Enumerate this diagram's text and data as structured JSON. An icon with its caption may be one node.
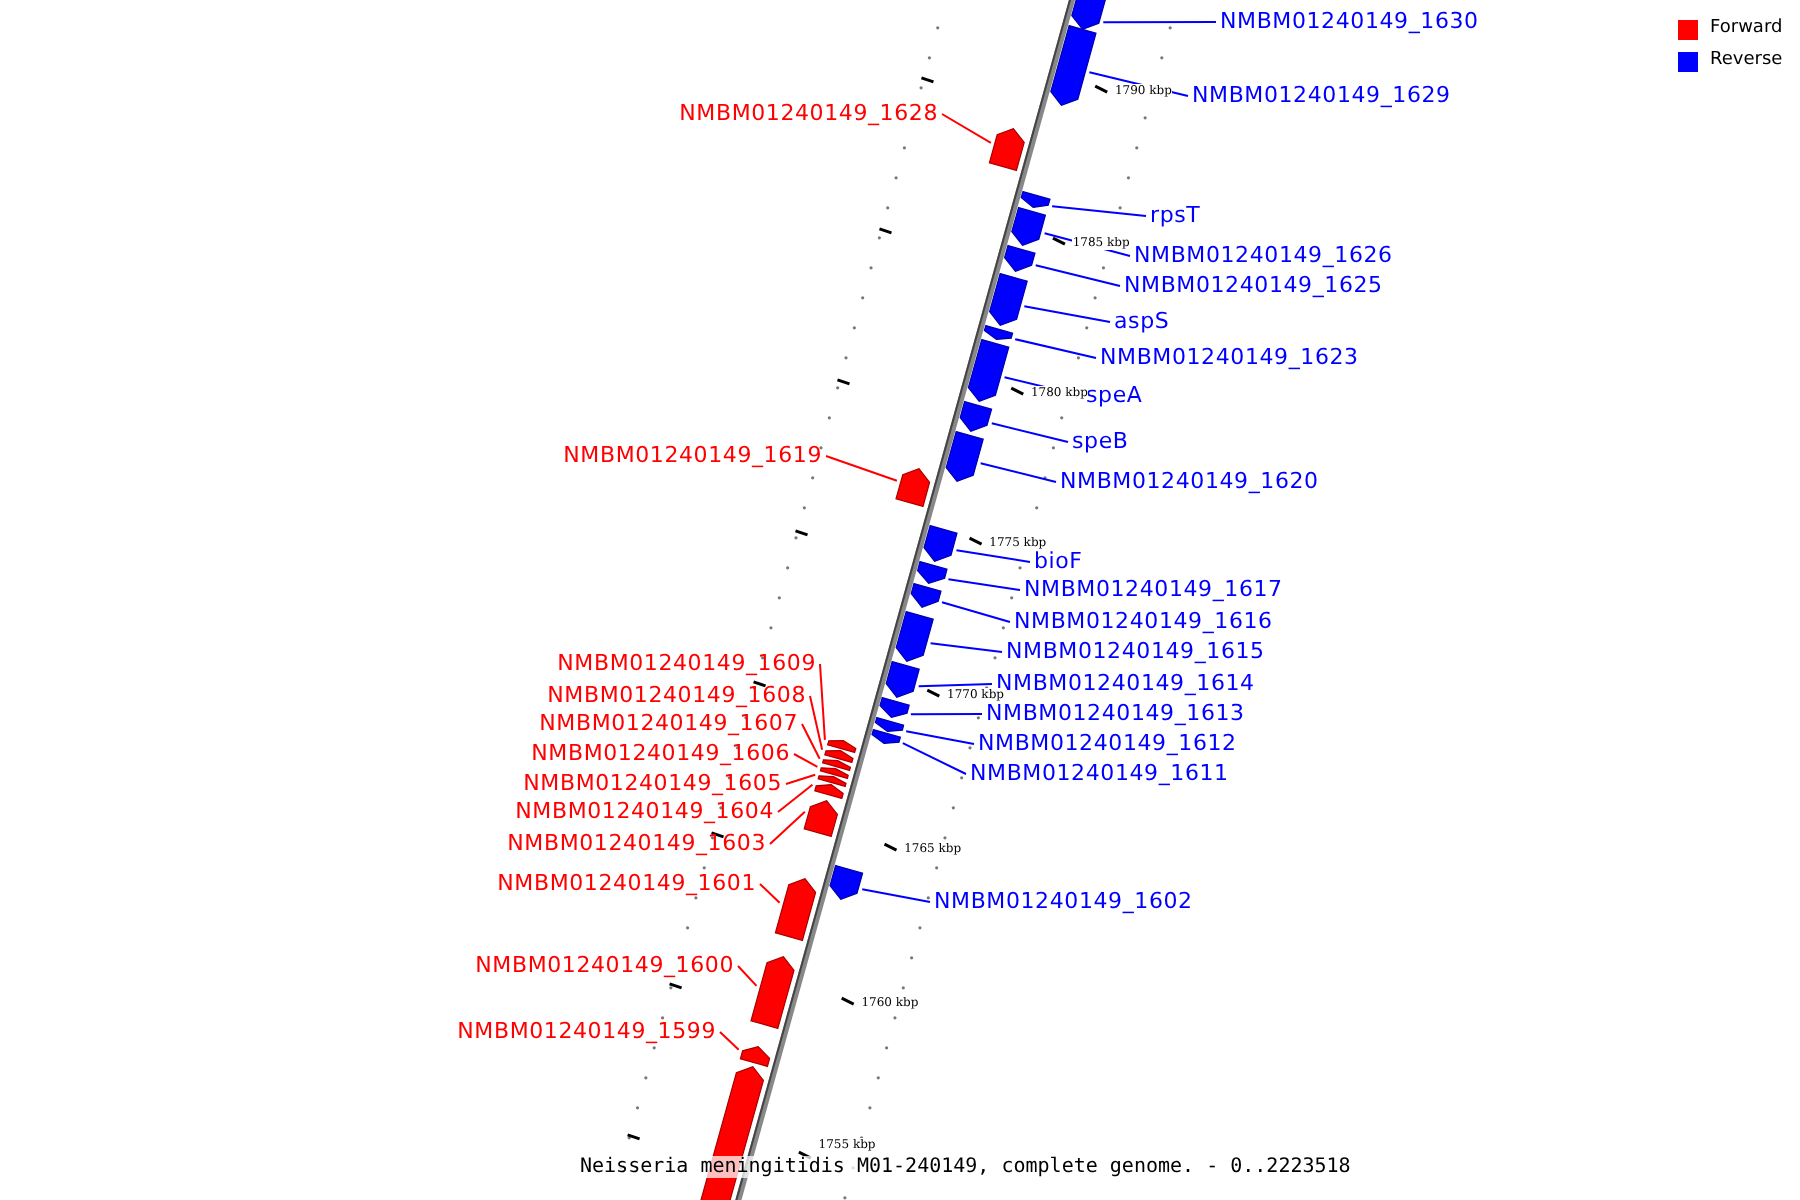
{
  "diagram": {
    "caption": "Neisseria meningitidis M01-240149, complete genome. - 0..2223518",
    "nodes": [
      {
        "text": [
          "NMBM01240149_1630"
        ]
      },
      {
        "text": [],
        "shape": "arrow"
      },
      {
        "text": [
          "NMBM01240149_1629"
        ]
      },
      {
        "text": [],
        "shape": "arrow"
      },
      {
        "text": [
          "NMBM01240149_1628"
        ]
      },
      {
        "text": [],
        "shape": "arrow"
      },
      {
        "text": [
          "rpsT"
        ]
      },
      {
        "text": [],
        "shape": "arrow"
      },
      {
        "text": [
          "NMBM01240149_1626"
        ]
      },
      {
        "text": [],
        "shape": "arrow"
      },
      {
        "text": [
          "NMBM01240149_1625"
        ]
      },
      {
        "text": [],
        "shape": "arrow"
      },
      {
        "text": [
          "aspS"
        ]
      },
      {
        "text": [],
        "shape": "arrow"
      },
      {
        "text": [
          "NMBM01240149_1623"
        ]
      },
      {
        "text": [],
        "shape": "arrow"
      },
      {
        "text": [
          "speA"
        ]
      },
      {
        "text": [],
        "shape": "arrow"
      },
      {
        "text": [
          "speB"
        ]
      },
      {
        "text": [],
        "shape": "arrow"
      },
      {
        "text": [
          "NMBM01240149_1619"
        ]
      },
      {
        "text": [],
        "shape": "arrow"
      },
      {
        "text": [
          "NMBM01240149_1620"
        ]
      },
      {
        "text": [],
        "shape": "arrow"
      },
      {
        "text": [
          "bioF"
        ]
      },
      {
        "text": [],
        "shape": "arrow"
      },
      {
        "text": [
          "NMBM01240149_1617"
        ]
      },
      {
        "text": [],
        "shape": "arrow"
      },
      {
        "text": [
          "NMBM01240149_1616"
        ]
      },
      {
        "text": [],
        "shape": "arrow"
      },
      {
        "text": [
          "NMBM01240149_1615"
        ]
      },
      {
        "text": [],
        "shape": "arrow"
      },
      {
        "text": [
          "NMBM01240149_1614"
        ]
      },
      {
        "text": [],
        "shape": "arrow"
      },
      {
        "text": [
          "NMBM01240149_1613"
        ]
      },
      {
        "text": [],
        "shape": "arrow"
      },
      {
        "text": [
          "NMBM01240149_1612"
        ]
      },
      {
        "text": [],
        "shape": "arrow"
      },
      {
        "text": [
          "NMBM01240149_1611"
        ]
      },
      {
        "text": [],
        "shape": "arrow"
      },
      {
        "text": [
          "NMBM01240149_1609"
        ]
      },
      {
        "text": [],
        "shape": "arrow"
      },
      {
        "text": [
          "NMBM01240149_1608"
        ]
      },
      {
        "text": [],
        "shape": "arrow"
      },
      {
        "text": [
          "NMBM01240149_1607"
        ]
      },
      {
        "text": [],
        "shape": "arrow"
      },
      {
        "text": [
          "NMBM01240149_1606"
        ]
      },
      {
        "text": [],
        "shape": "arrow"
      },
      {
        "text": [
          "NMBM01240149_1605"
        ]
      },
      {
        "text": [],
        "shape": "arrow"
      },
      {
        "text": [
          "NMBM01240149_1604"
        ]
      },
      {
        "text": [],
        "shape": "arrow"
      },
      {
        "text": [
          "NMBM01240149_1603"
        ]
      },
      {
        "text": [],
        "shape": "arrow"
      },
      {
        "text": [
          "NMBM01240149_1601"
        ]
      },
      {
        "text": [],
        "shape": "arrow"
      },
      {
        "text": [
          "NMBM01240149_1602"
        ]
      },
      {
        "text": [],
        "shape": "arrow"
      },
      {
        "text": [
          "NMBM01240149_1600"
        ]
      },
      {
        "text": [],
        "shape": "arrow"
      },
      {
        "text": [
          "NMBM01240149_1599"
        ]
      },
      {
        "text": [],
        "shape": "arrow"
      },
      {
        "text": [],
        "shape": "arrow"
      }
    ],
    "edges": [
      {
        "from": 0,
        "to": 1,
        "arrow": "none"
      },
      {
        "from": 2,
        "to": 3,
        "arrow": "none"
      },
      {
        "from": 4,
        "to": 5,
        "arrow": "none",
        "color": "#ff0000"
      },
      {
        "from": 6,
        "to": 7,
        "arrow": "none"
      },
      {
        "from": 8,
        "to": 9,
        "arrow": "none"
      },
      {
        "from": 10,
        "to": 11,
        "arrow": "none"
      },
      {
        "from": 12,
        "to": 13,
        "arrow": "none"
      },
      {
        "from": 14,
        "to": 15,
        "arrow": "none"
      },
      {
        "from": 16,
        "to": 17,
        "arrow": "none"
      },
      {
        "from": 18,
        "to": 19,
        "arrow": "none"
      },
      {
        "from": 20,
        "to": 21,
        "arrow": "none",
        "color": "#ff0000"
      },
      {
        "from": 22,
        "to": 23,
        "arrow": "none"
      },
      {
        "from": 24,
        "to": 25,
        "arrow": "none"
      },
      {
        "from": 26,
        "to": 27,
        "arrow": "none"
      },
      {
        "from": 28,
        "to": 29,
        "arrow": "none"
      },
      {
        "from": 30,
        "to": 31,
        "arrow": "none"
      },
      {
        "from": 32,
        "to": 33,
        "arrow": "none"
      },
      {
        "from": 34,
        "to": 35,
        "arrow": "none"
      },
      {
        "from": 36,
        "to": 37,
        "arrow": "none"
      },
      {
        "from": 38,
        "to": 39,
        "arrow": "none"
      },
      {
        "from": 40,
        "to": 41,
        "arrow": "none",
        "color": "#ff0000"
      },
      {
        "from": 42,
        "to": 43,
        "arrow": "none",
        "color": "#ff0000"
      },
      {
        "from": 44,
        "to": 45,
        "arrow": "none",
        "color": "#ff0000"
      },
      {
        "from": 46,
        "to": 47,
        "arrow": "none",
        "color": "#ff0000"
      },
      {
        "from": 48,
        "to": 49,
        "arrow": "none",
        "color": "#ff0000"
      },
      {
        "from": 50,
        "to": 51,
        "arrow": "none",
        "color": "#ff0000"
      },
      {
        "from": 52,
        "to": 53,
        "arrow": "none",
        "color": "#ff0000"
      },
      {
        "from": 54,
        "to": 55,
        "arrow": "none",
        "color": "#ff0000"
      },
      {
        "from": 56,
        "to": 57,
        "arrow": "none"
      },
      {
        "from": 58,
        "to": 59,
        "arrow": "none",
        "color": "#ff0000"
      },
      {
        "from": 60,
        "to": 61,
        "arrow": "none",
        "color": "#ff0000"
      }
    ],
    "labels": [
      "1790 kbp",
      "1785 kbp",
      "1780 kbp",
      "1775 kbp",
      "1770 kbp",
      "1765 kbp",
      "1760 kbp",
      "1755 kbp"
    ],
    "legend": [
      {
        "text": "Forward",
        "color": "#ff0000"
      },
      {
        "text": "Reverse",
        "color": "#0000ff"
      }
    ]
  }
}
